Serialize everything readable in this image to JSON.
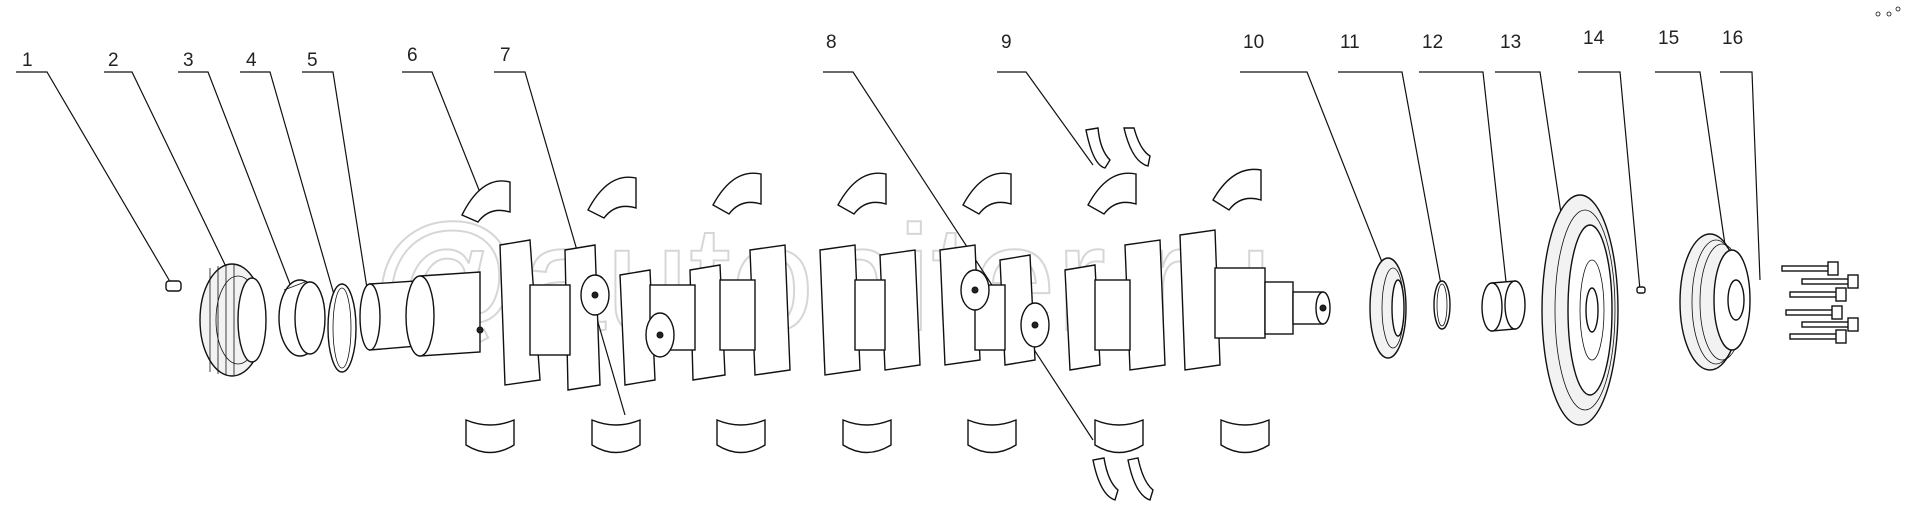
{
  "watermark": "@autopiter.ru",
  "callouts": [
    "1",
    "2",
    "3",
    "4",
    "5",
    "6",
    "7",
    "8",
    "9",
    "10",
    "11",
    "12",
    "13",
    "14",
    "15",
    "16"
  ]
}
